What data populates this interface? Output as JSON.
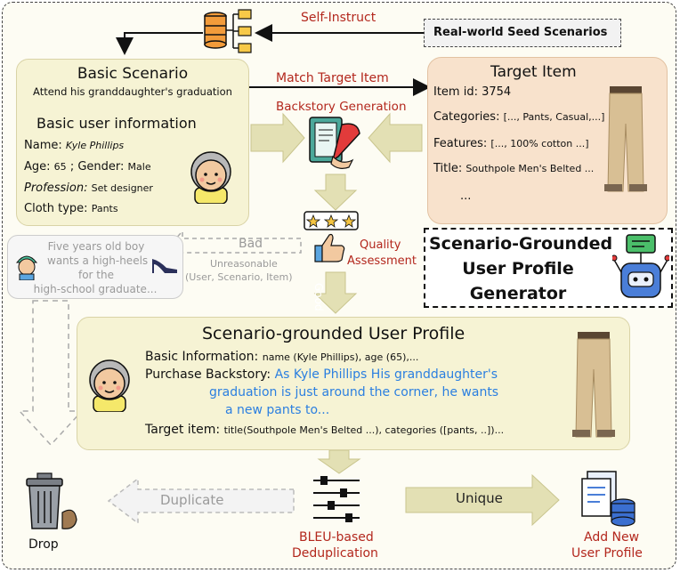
{
  "self_instruct": "Self-Instruct",
  "seed_scenarios": "Real-world Seed Scenarios",
  "match_target_item": "Match Target Item",
  "basic_scenario": {
    "title": "Basic Scenario",
    "subtitle": "Attend his granddaughter's graduation"
  },
  "basic_user_info": {
    "title": "Basic user information",
    "name_label": "Name:",
    "name_value": "Kyle Phillips",
    "age_label": "Age:",
    "age_value": "65",
    "age_sep": ";",
    "gender_label": "Gender:",
    "gender_value": "Male",
    "profession_label": "Profession:",
    "profession_value": "Set designer",
    "cloth_label": "Cloth type:",
    "cloth_value": "Pants"
  },
  "backstory_generation": "Backstory Generation",
  "target_item": {
    "title": "Target Item",
    "id_line": "Item id: 3754",
    "categories_label": "Categories:",
    "categories_value": "[..., Pants, Casual,...]",
    "features_label": "Features:",
    "features_value": "[..., 100% cotton ...]",
    "title_label": "Title:",
    "title_value": "Southpole Men's Belted ...",
    "ellipsis": "..."
  },
  "quality": {
    "line1": "Quality",
    "line2": "Assessment",
    "bad": "Bad",
    "good": "Good",
    "unreasonable": "Unreasonable",
    "unreasonable_detail": "(User, Scenario, Item)"
  },
  "bad_example": {
    "line1": "Five years old boy",
    "line2": "wants a high-heels",
    "line3": "for the",
    "line4": "high-school graduate..."
  },
  "generator": {
    "line1": "Scenario-Grounded",
    "line2": "User Profile",
    "line3": "Generator"
  },
  "profile": {
    "title": "Scenario-grounded User Profile",
    "basic_label": "Basic Information:",
    "basic_value": "name (Kyle Phillips), age (65),...",
    "backstory_label": "Purchase Backstory:",
    "backstory_line1": "As Kyle Phillips His granddaughter's",
    "backstory_line2": "graduation is just around the corner, he wants",
    "backstory_line3": "a new pants to...",
    "target_label": "Target item:",
    "target_value": "title(Southpole Men's Belted ...), categories ([pants, ..])..."
  },
  "bottom": {
    "drop": "Drop",
    "duplicate": "Duplicate",
    "unique": "Unique",
    "bleu_line1": "BLEU-based",
    "bleu_line2": "Deduplication",
    "add_line1": "Add New",
    "add_line2": "User Profile"
  },
  "colors": {
    "accent_red": "#b3271d",
    "backstory_blue": "#2b7fe0",
    "arrow_green": "#e3e0b4"
  }
}
